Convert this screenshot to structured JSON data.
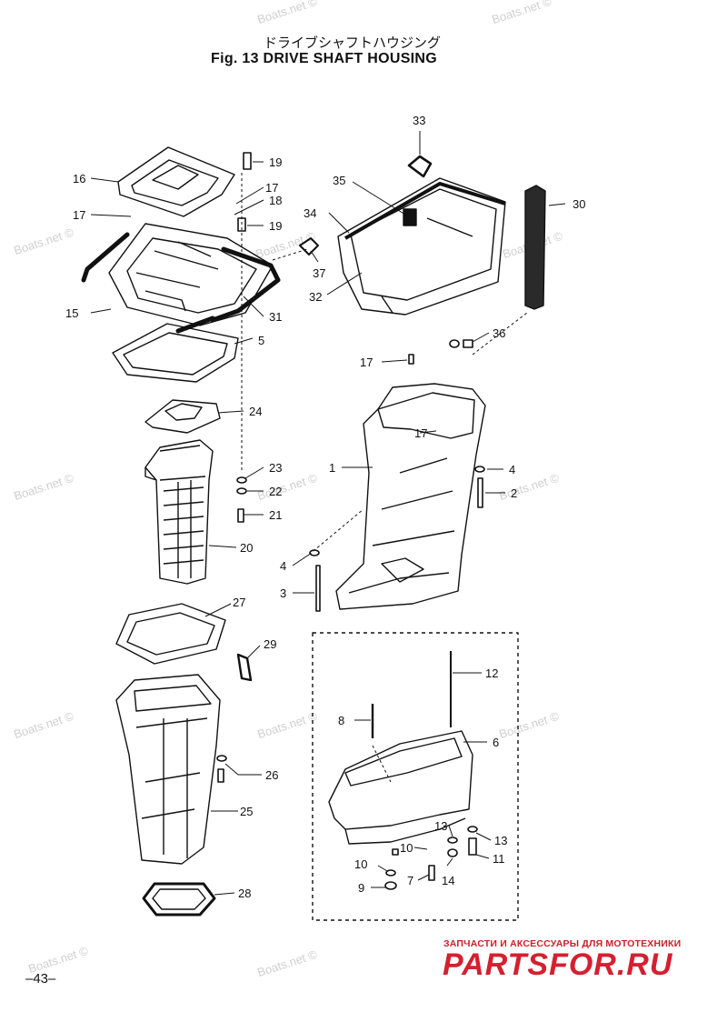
{
  "header": {
    "title_jp": "ドライブシャフトハウジング",
    "title_en": "Fig. 13   DRIVE SHAFT HOUSING"
  },
  "watermark": {
    "text": "Boats.net ©"
  },
  "footer": {
    "page_number": "–43–",
    "promo_text": "ЗАПЧАСТИ И АКСЕССУАРЫ ДЛЯ МОТОТЕХНИКИ",
    "promo_logo": "PARTSFOR.RU"
  },
  "colors": {
    "line": "#111111",
    "watermark": "#cfcfcf",
    "brand": "#d42030"
  },
  "callouts": {
    "c1": "1",
    "c2": "2",
    "c3": "3",
    "c4a": "4",
    "c4b": "4",
    "c5": "5",
    "c6": "6",
    "c7": "7",
    "c8": "8",
    "c9": "9",
    "c10a": "10",
    "c10b": "10",
    "c11": "11",
    "c12": "12",
    "c13a": "13",
    "c13b": "13",
    "c14": "14",
    "c15": "15",
    "c16": "16",
    "c17a": "17",
    "c17b": "17",
    "c17c": "17",
    "c17d": "17",
    "c18": "18",
    "c19a": "19",
    "c19b": "19",
    "c20": "20",
    "c21": "21",
    "c22": "22",
    "c23": "23",
    "c24": "24",
    "c25": "25",
    "c26": "26",
    "c27": "27",
    "c28": "28",
    "c29": "29",
    "c30": "30",
    "c31": "31",
    "c32": "32",
    "c33": "33",
    "c34": "34",
    "c35": "35",
    "c36": "36",
    "c37": "37"
  }
}
